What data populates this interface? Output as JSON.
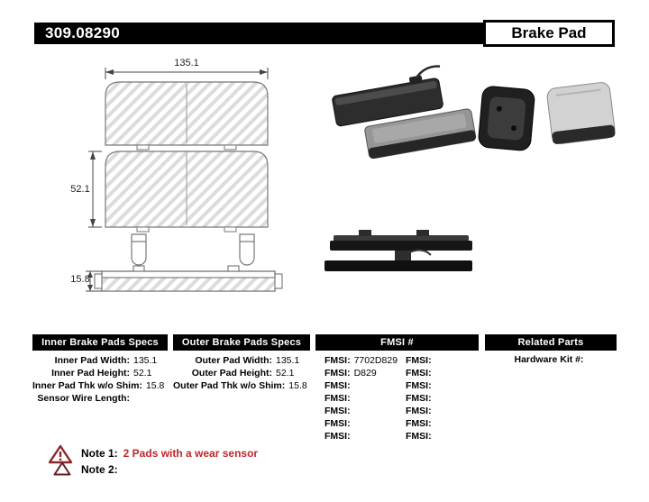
{
  "header": {
    "part_number": "309.08290",
    "product_label": "Brake Pad"
  },
  "diagram": {
    "width": "135.1",
    "height": "52.1",
    "thickness": "15.8"
  },
  "tables": {
    "inner": {
      "title": "Inner Brake Pads Specs",
      "rows": [
        {
          "label": "Inner Pad Width:",
          "value": "135.1"
        },
        {
          "label": "Inner Pad Height:",
          "value": "52.1"
        },
        {
          "label": "Inner Pad Thk w/o Shim:",
          "value": "15.8"
        },
        {
          "label": "Sensor Wire Length:",
          "value": ""
        }
      ]
    },
    "outer": {
      "title": "Outer Brake Pads Specs",
      "rows": [
        {
          "label": "Outer Pad Width:",
          "value": "135.1"
        },
        {
          "label": "Outer Pad Height:",
          "value": "52.1"
        },
        {
          "label": "Outer Pad Thk w/o Shim:",
          "value": "15.8"
        }
      ]
    },
    "fmsi": {
      "title": "FMSI #",
      "col1": [
        {
          "label": "FMSI:",
          "value": "7702D829"
        },
        {
          "label": "FMSI:",
          "value": "D829"
        },
        {
          "label": "FMSI:",
          "value": ""
        },
        {
          "label": "FMSI:",
          "value": ""
        },
        {
          "label": "FMSI:",
          "value": ""
        },
        {
          "label": "FMSI:",
          "value": ""
        },
        {
          "label": "FMSI:",
          "value": ""
        }
      ],
      "col2": [
        {
          "label": "FMSI:",
          "value": ""
        },
        {
          "label": "FMSI:",
          "value": ""
        },
        {
          "label": "FMSI:",
          "value": ""
        },
        {
          "label": "FMSI:",
          "value": ""
        },
        {
          "label": "FMSI:",
          "value": ""
        },
        {
          "label": "FMSI:",
          "value": ""
        },
        {
          "label": "FMSI:",
          "value": ""
        }
      ]
    },
    "related": {
      "title": "Related Parts",
      "rows": [
        {
          "label": "Hardware Kit #:",
          "value": ""
        }
      ]
    }
  },
  "notes": {
    "note1_label": "Note 1:",
    "note1_text": "2 Pads with a wear sensor",
    "note2_label": "Note 2:",
    "note2_text": ""
  },
  "colors": {
    "header_bg": "#000000",
    "note_red": "#c0272d"
  }
}
